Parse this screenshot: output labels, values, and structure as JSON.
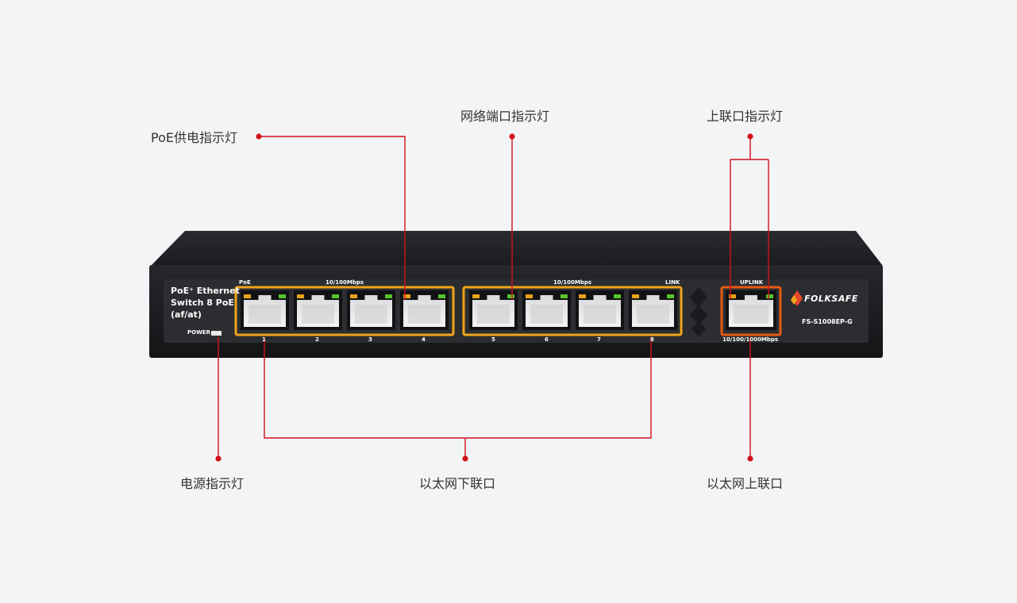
{
  "colors": {
    "accent": "#d0121b",
    "background": "#f3f4f6",
    "chassis": "#1e1f22",
    "panel": "#2c2d31",
    "port_frame": "#f0a418",
    "port_frame_uplink": "#e85a10",
    "text": "#333333"
  },
  "callouts": {
    "poe_indicator": "PoE供电指示灯",
    "network_port_indicator": "网络端口指示灯",
    "uplink_indicator": "上联口指示灯",
    "power_indicator": "电源指示灯",
    "ethernet_downlink": "以太网下联口",
    "ethernet_uplink": "以太网上联口"
  },
  "device": {
    "title_line1": "PoE⁺ Ethernet",
    "title_line2": "Switch 8 PoE",
    "title_line3": "(af/at)",
    "power_label": "POWER",
    "poe_label": "PoE",
    "speed_label_left": "10/100Mbps",
    "speed_label_right": "10/100Mbps",
    "link_label": "LINK",
    "uplink_label": "UPLINK",
    "uplink_speed": "10/100/1000Mbps",
    "brand": "FOLKSAFE",
    "model": "FS-S1008EP-G",
    "port_numbers": [
      "1",
      "2",
      "3",
      "4",
      "5",
      "6",
      "7",
      "8"
    ]
  }
}
